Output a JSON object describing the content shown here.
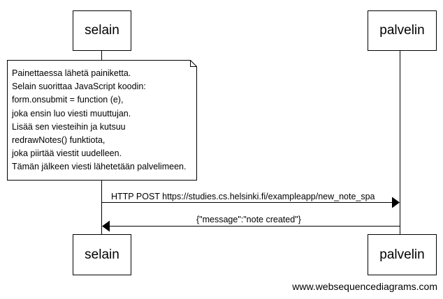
{
  "participants": [
    {
      "id": "selain",
      "label": "selain"
    },
    {
      "id": "palvelin",
      "label": "palvelin"
    }
  ],
  "note": {
    "lines": [
      "Painettaessa lähetä painiketta.",
      "Selain suorittaa JavaScript koodin:",
      "form.onsubmit = function (e),",
      "joka ensin luo viesti muuttujan.",
      "Lisää sen viesteihin ja kutsuu",
      "redrawNotes() funktiota,",
      "joka piirtää viestit uudelleen.",
      "Tämän jälkeen viesti lähetetään palvelimeen."
    ]
  },
  "messages": [
    {
      "from": "selain",
      "to": "palvelin",
      "label": "HTTP POST https://studies.cs.helsinki.fi/exampleapp/new_note_spa"
    },
    {
      "from": "palvelin",
      "to": "selain",
      "label": "{\"message\":\"note created\"}"
    }
  ],
  "watermark": "www.websequencediagrams.com"
}
